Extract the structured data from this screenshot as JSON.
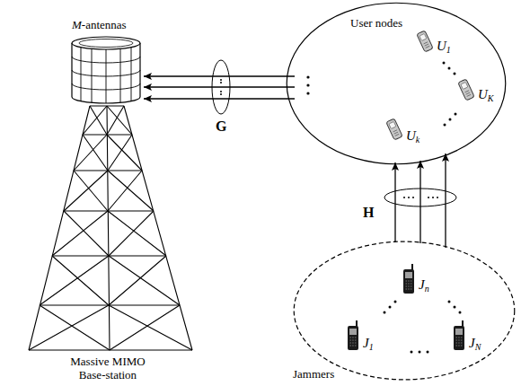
{
  "diagram": {
    "nodes": [
      {
        "text": [
          "M-antennas"
        ]
      },
      {
        "text": [
          "User nodes"
        ]
      },
      {
        "text": [
          "U1"
        ],
        "in": 1
      },
      {
        "text": [
          "UK"
        ],
        "in": 1
      },
      {
        "text": [
          "Uk"
        ],
        "in": 1
      },
      {
        "text": [
          "Jammers"
        ]
      },
      {
        "text": [
          "Jn"
        ],
        "in": 5
      },
      {
        "text": [
          "J1"
        ],
        "in": 5
      },
      {
        "text": [
          "JN"
        ],
        "in": 5
      }
    ],
    "edges": [
      {
        "from": 1,
        "to": 0,
        "arrow": "to"
      },
      {
        "from": 1,
        "to": 0,
        "arrow": "to"
      },
      {
        "from": 1,
        "to": 0,
        "arrow": "to"
      },
      {
        "from": 5,
        "to": 1,
        "arrow": "to"
      },
      {
        "from": 5,
        "to": 1,
        "arrow": "to"
      },
      {
        "from": 5,
        "to": 1,
        "arrow": "to"
      }
    ],
    "labels": [
      "G",
      "H",
      "Massive MIMO Base-station"
    ]
  }
}
